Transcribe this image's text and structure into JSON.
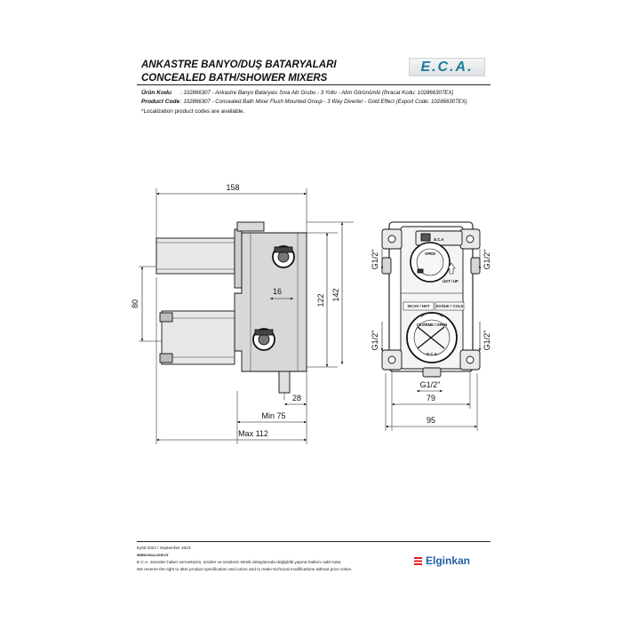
{
  "header": {
    "title_tr": "ANKASTRE BANYO/DUŞ BATARYALARI",
    "title_en": "CONCEALED BATH/SHOWER MIXERS",
    "brand_logo": "E.C.A."
  },
  "product": {
    "code_label_tr": "Ürün Kodu",
    "code_value_tr": ": 102866307 - Ankastre Banyo Bataryası Sıva Altı Grubu - 3 Yollu - Altın Görünümlü (İhracat Kodu: 102866307EX)",
    "code_label_en": "Product Code",
    "code_value_en": ": 102866307 - Concealed Bath Mixer Flush Mounted Group - 3 Way Diverter - Gold Effect (Export Code: 102866307EX)",
    "note": "*Localization product codes are available."
  },
  "dimensions": {
    "width_158": "158",
    "height_80": "80",
    "d16": "16",
    "h122": "122",
    "h142": "142",
    "d28": "28",
    "min75": "Min 75",
    "max112": "Max 112",
    "thread_tl": "G1/2\"",
    "thread_tr": "G1/2\"",
    "thread_bl": "G1/2\"",
    "thread_br": "G1/2\"",
    "thread_bottom": "G1/2\"",
    "w79": "79",
    "w95": "95"
  },
  "front_labels": {
    "cap_logo": "E.C.A",
    "upper_dial_text": "OPEN",
    "ust_up": "ÜST / UP",
    "sicak_hot": "SICAK / HOT",
    "soguk_cold": "SOĞUK / COLD",
    "lower_dial_text": "ÇEVİRME / OPEN",
    "lower_logo": "E.C.A"
  },
  "footer": {
    "date": "Eylül 2023 / September 2023",
    "website": "www.eca.com.tr",
    "notice_tr": "E.C.A. önceden haber vermeksizin, ürünler ve ürünlerin teknik detaylarında değişiklik yapma hakkını saklı tutar.",
    "notice_en": "We reserve the right to alter product specification and colors and to make technical modifications without prior notice.",
    "brand": "Elginkan"
  },
  "colors": {
    "logo_blue": "#1d7a9c",
    "footer_brand_blue": "#1f5fa8",
    "footer_brand_red": "#e11b22",
    "ink": "#111111"
  }
}
